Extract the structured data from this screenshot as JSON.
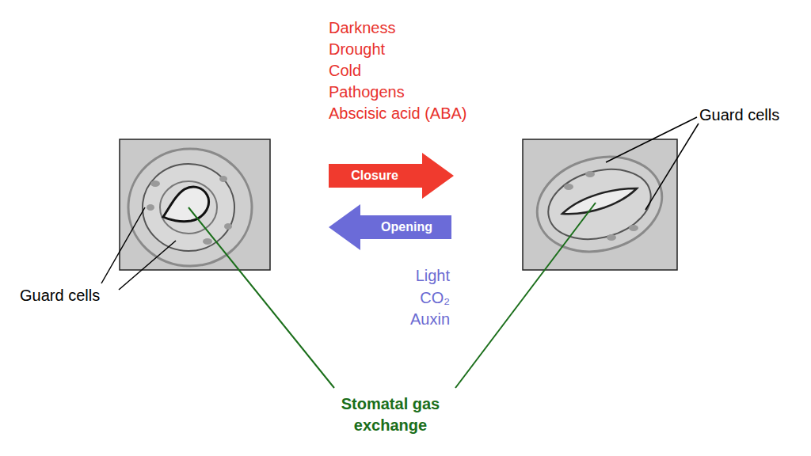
{
  "diagram": {
    "nodes": [
      {
        "text": [
          "Closure"
        ]
      },
      {
        "text": [
          "Opening"
        ]
      }
    ],
    "labels": [
      "Darkness",
      "Drought",
      "Cold",
      "Pathogens",
      "Abscisic acid (ABA)",
      "Guard cells",
      "Guard cells",
      "Light",
      "CO₂",
      "Auxin",
      "Stomatal gas exchange"
    ]
  }
}
